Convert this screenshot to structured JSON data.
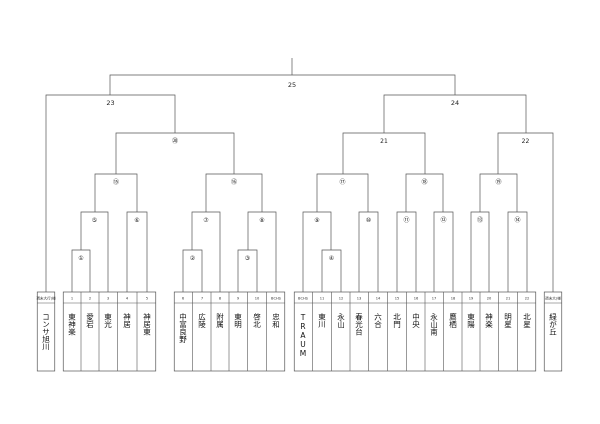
{
  "teams": [
    {
      "num": "週末大行(様",
      "name": "コンサ旭川"
    },
    {
      "num": "1",
      "name": "東神楽"
    },
    {
      "num": "2",
      "name": "愛宕"
    },
    {
      "num": "3",
      "name": "東光"
    },
    {
      "num": "4",
      "name": "神居"
    },
    {
      "num": "5",
      "name": "神居東"
    },
    {
      "num": "6",
      "name": "中富良野"
    },
    {
      "num": "7",
      "name": "広陵"
    },
    {
      "num": "8",
      "name": "附属"
    },
    {
      "num": "9",
      "name": "東明"
    },
    {
      "num": "10",
      "name": "啓北"
    },
    {
      "num": "BCHS",
      "name": "忠和"
    },
    {
      "num": "BCHS",
      "name": "TRAUM"
    },
    {
      "num": "11",
      "name": "東川"
    },
    {
      "num": "12",
      "name": "永山"
    },
    {
      "num": "13",
      "name": "春光台"
    },
    {
      "num": "14",
      "name": "六合"
    },
    {
      "num": "15",
      "name": "北門"
    },
    {
      "num": "16",
      "name": "中央"
    },
    {
      "num": "17",
      "name": "永山南"
    },
    {
      "num": "18",
      "name": "鷹栖"
    },
    {
      "num": "19",
      "name": "東陽"
    },
    {
      "num": "20",
      "name": "神楽"
    },
    {
      "num": "21",
      "name": "明星"
    },
    {
      "num": "22",
      "name": "北星"
    },
    {
      "num": "週末大(様",
      "name": "緑が丘"
    }
  ],
  "matches": {
    "m1": "①",
    "m2": "②",
    "m3": "③",
    "m4": "④",
    "m5": "⑤",
    "m6": "⑥",
    "m7": "⑦",
    "m8": "⑧",
    "m9": "⑨",
    "m10": "⑩",
    "m11": "⑪",
    "m12": "⑫",
    "m13": "⑬",
    "m14": "⑭",
    "m15": "⑮",
    "m16": "⑯",
    "m17": "⑰",
    "m18": "⑱",
    "m19": "⑲",
    "m20": "⑳",
    "m21": "21",
    "m22": "22",
    "m23": "23",
    "m24": "24",
    "m25": "25"
  }
}
